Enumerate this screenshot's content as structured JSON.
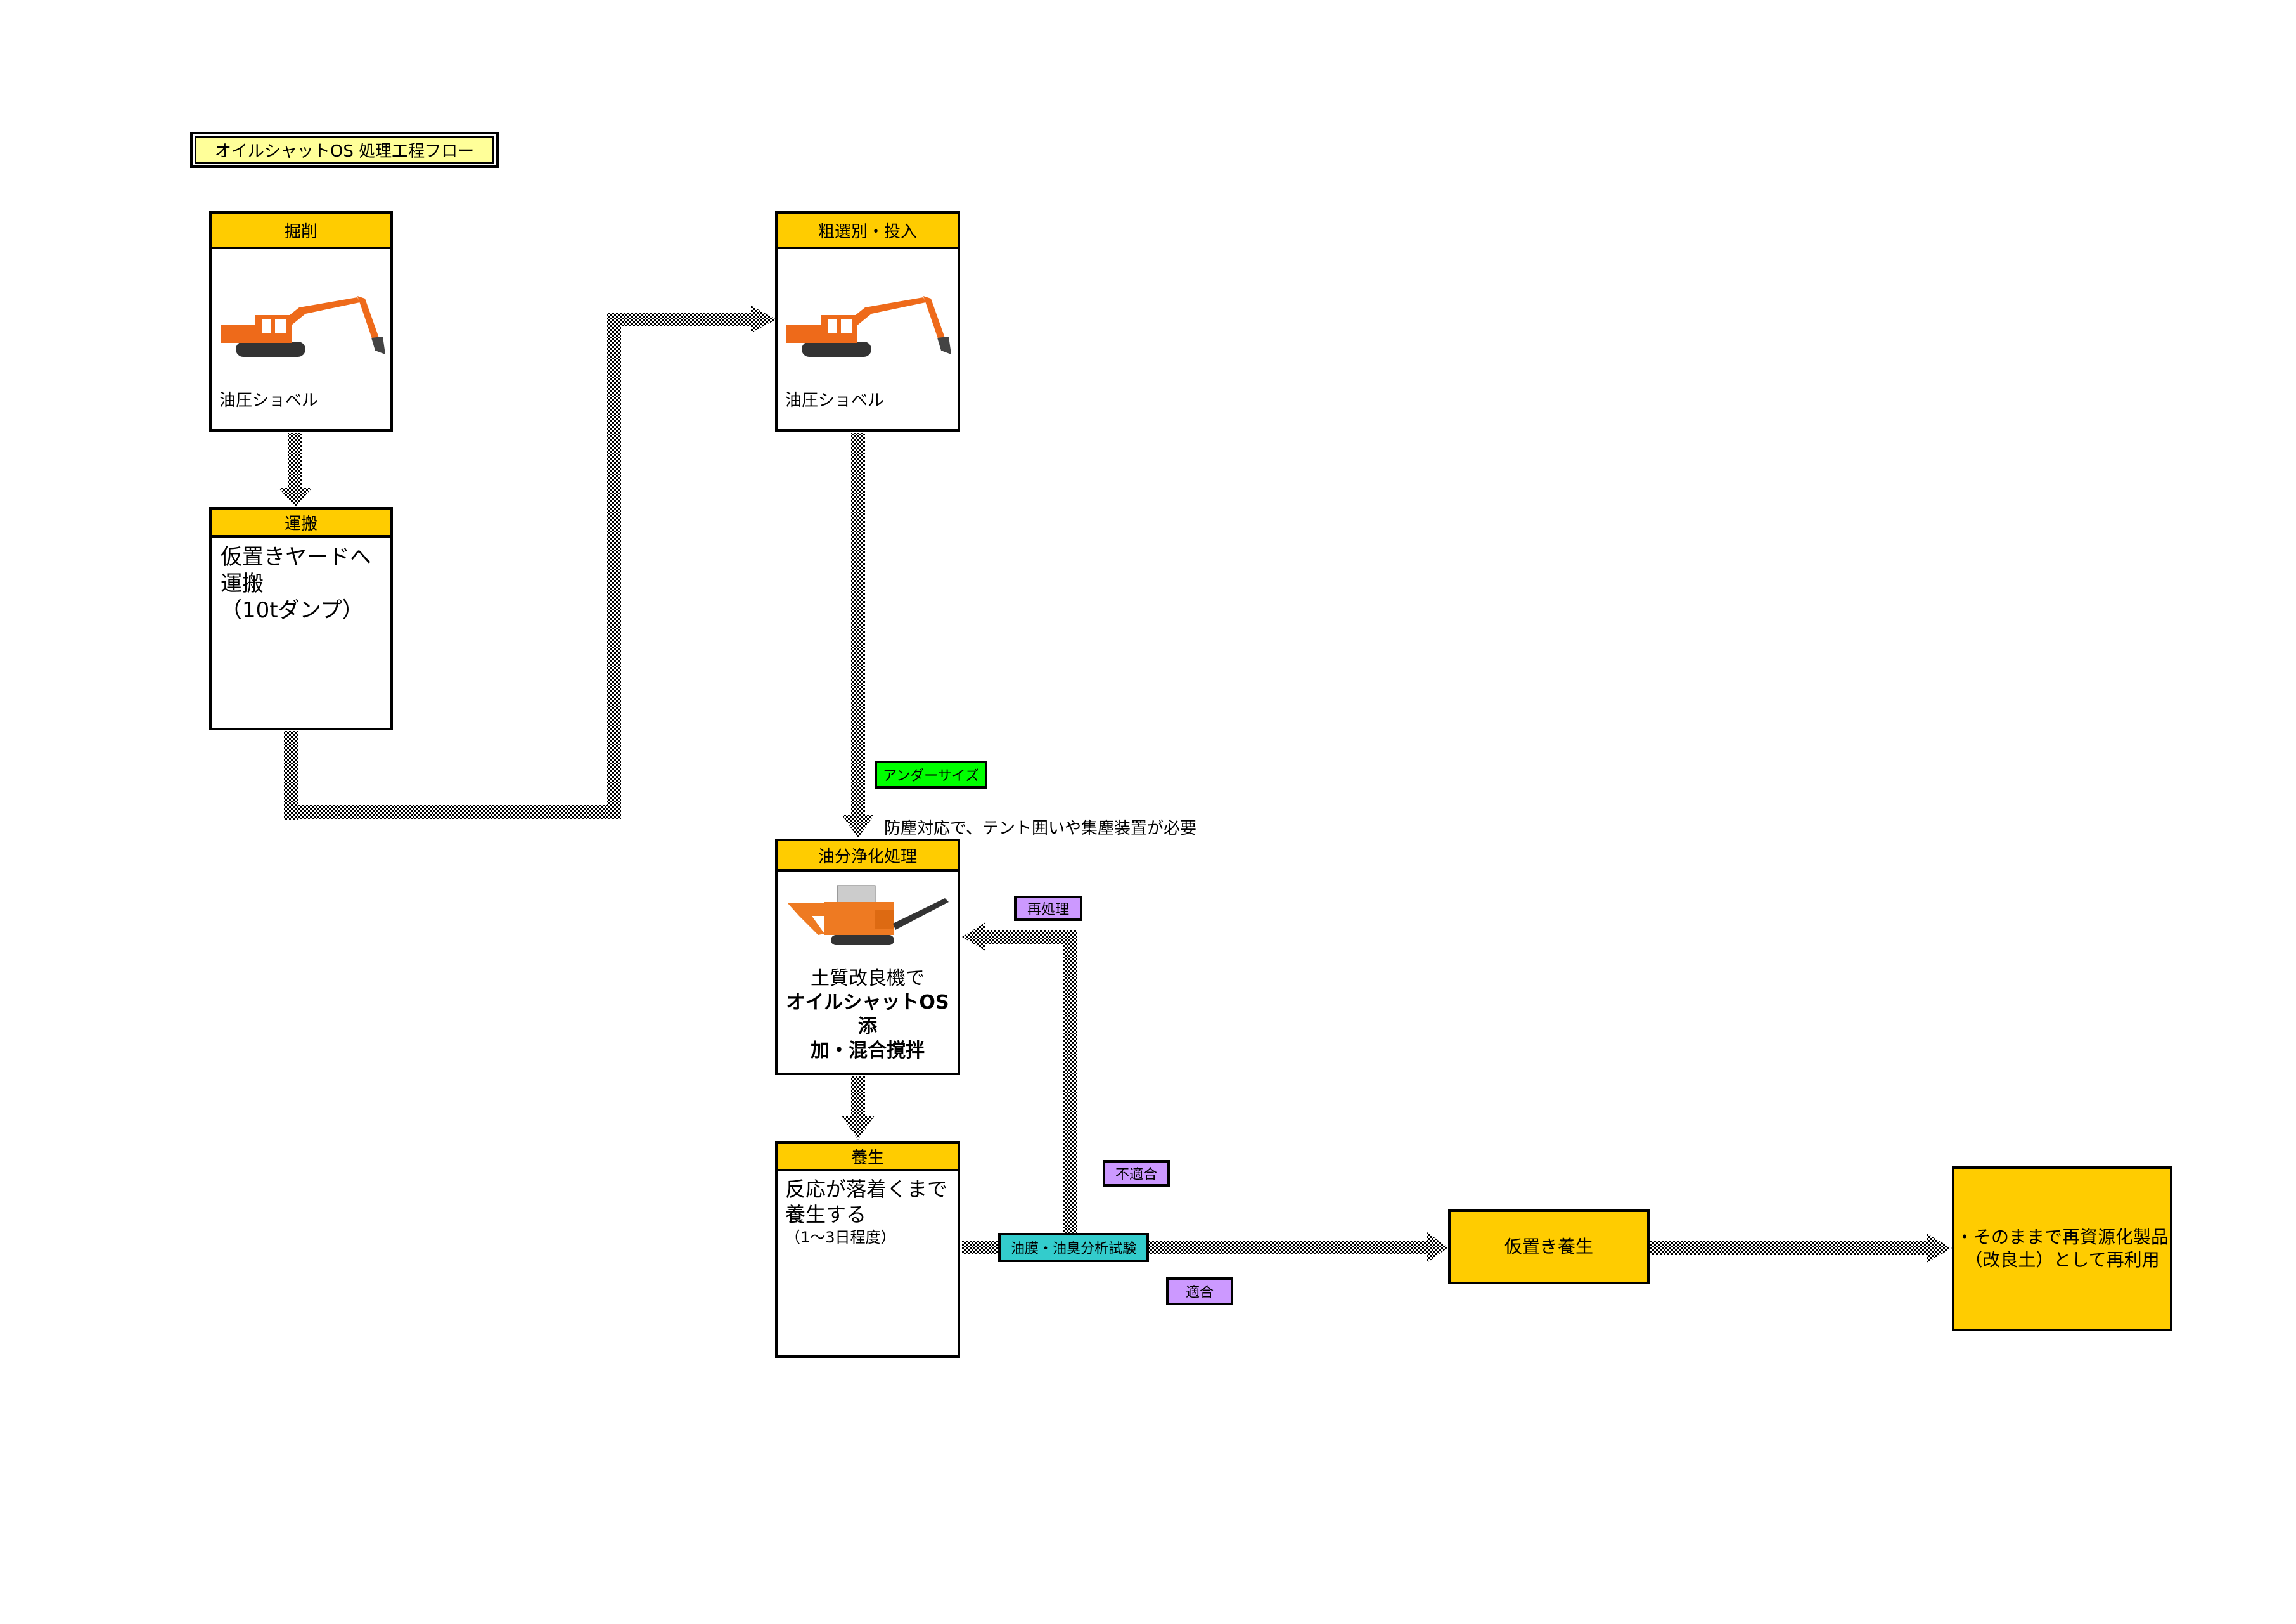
{
  "title": "オイルシャットOS  処理工程フロー",
  "steps": {
    "excavation": {
      "header": "掘削",
      "caption": "油圧ショベル",
      "icon": "excavator-icon"
    },
    "transport": {
      "header": "運搬",
      "lines": [
        "仮置きヤードへ",
        "運搬",
        "（10tダンプ）"
      ]
    },
    "sorting": {
      "header": "粗選別・投入",
      "caption": "油圧ショベル",
      "icon": "excavator-icon"
    },
    "purification": {
      "header": "油分浄化処理",
      "icon": "soil-improvement-machine-icon",
      "line1": "土質改良機で",
      "line2_bold": "オイルシャットOS  添",
      "line3_bold": "加・混合撹拌"
    },
    "curing": {
      "header": "養生",
      "lines": [
        "反応が落着くまで",
        "養生する"
      ],
      "note": "（1～3日程度）"
    }
  },
  "labels": {
    "undersize": "アンダーサイズ",
    "dust_note": "防塵対応で、テント囲いや集塵装置が必要",
    "reprocess": "再処理",
    "nonconforming": "不適合",
    "test": "油膜・油臭分析試験",
    "conforming": "適合"
  },
  "results": {
    "temporary_curing": "仮置き養生",
    "final": [
      "・そのままで再資源化製品",
      "（改良土）として再利用"
    ]
  },
  "colors": {
    "header": "#ffcc00",
    "title_bg": "#ffff99",
    "label_purple": "#cc99ff",
    "label_green": "#00ff00",
    "label_teal": "#33cccc",
    "excavator": "#ee6a1a"
  }
}
